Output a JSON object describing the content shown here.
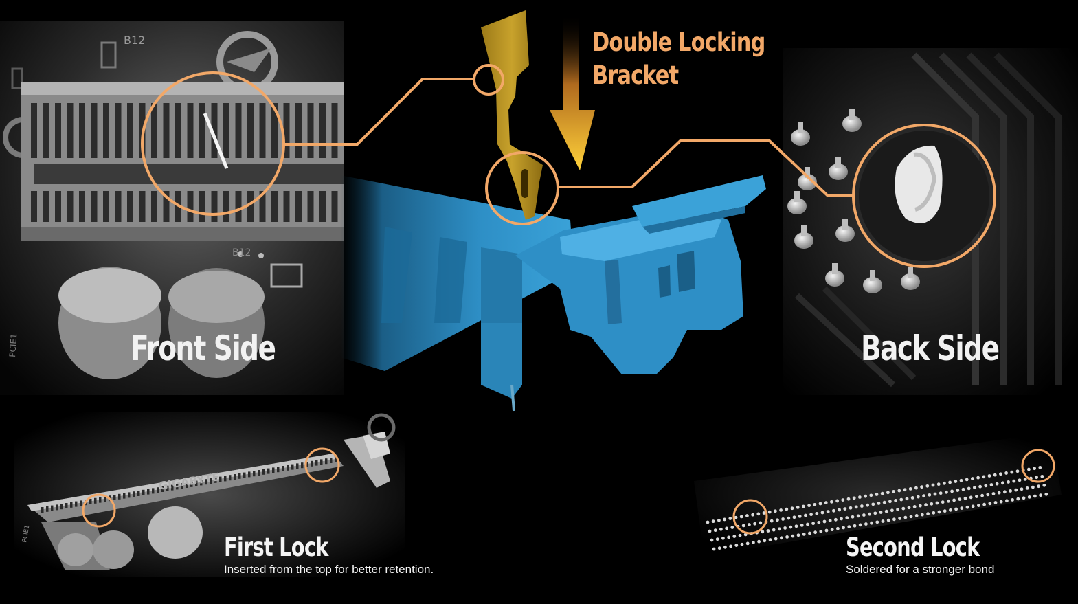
{
  "headline": {
    "line1": "Double Locking",
    "line2": "Bracket"
  },
  "front_side": "Front Side",
  "back_side": "Back Side",
  "first_lock": {
    "title": "First Lock",
    "caption": "Inserted from the top for better retention."
  },
  "second_lock": {
    "title": "Second Lock",
    "caption": "Soldered for a stronger bond"
  },
  "board_silkscreen": {
    "top_marking": "B12",
    "mid_marking": "B12",
    "side_marking": "PCIE1",
    "brand_marking": "GIGABYTE"
  },
  "colors": {
    "accent": "#f2a868",
    "bracket": "#c8a22c",
    "slot_blue": "#2e8fc6",
    "background": "#000000"
  }
}
